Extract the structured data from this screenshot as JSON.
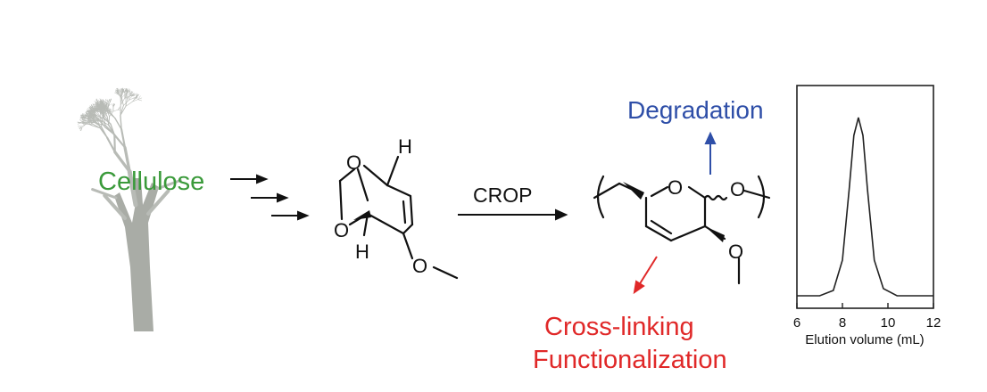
{
  "source": {
    "label": "Cellulose",
    "color": "#3a9a3a"
  },
  "monomer": {
    "atoms": {
      "o_bridge": "O",
      "h_top": "H",
      "o_ring": "O",
      "h_bottom": "H",
      "o_methoxy": "O"
    }
  },
  "reaction": {
    "label": "CROP"
  },
  "polymer": {
    "atoms": {
      "o_ring": "O",
      "o_chain": "O",
      "o_methoxy": "O"
    }
  },
  "annotations": {
    "degradation": {
      "label": "Degradation",
      "color": "#2f4fa8"
    },
    "crosslinking": {
      "label": "Cross-linking",
      "color": "#e02828"
    },
    "functionalization": {
      "label": "Functionalization",
      "color": "#e02828"
    }
  },
  "chart_data": {
    "type": "line",
    "series": [
      {
        "x": [
          6.0,
          7.0,
          7.6,
          8.0,
          8.3,
          8.5,
          8.7,
          8.9,
          9.1,
          9.4,
          9.8,
          10.4,
          12.0
        ],
        "y": [
          0,
          0,
          0.03,
          0.2,
          0.6,
          0.9,
          1.0,
          0.9,
          0.6,
          0.2,
          0.04,
          0,
          0
        ]
      }
    ],
    "xticks": [
      "6",
      "8",
      "10",
      "12"
    ],
    "xlim": [
      6,
      12
    ],
    "xlabel": "Elution volume (mL)",
    "ylabel": "",
    "grid": false
  },
  "colors": {
    "tree": "#b8bbb6",
    "tree_trunk": "#a9aca6",
    "ink": "#111111"
  }
}
